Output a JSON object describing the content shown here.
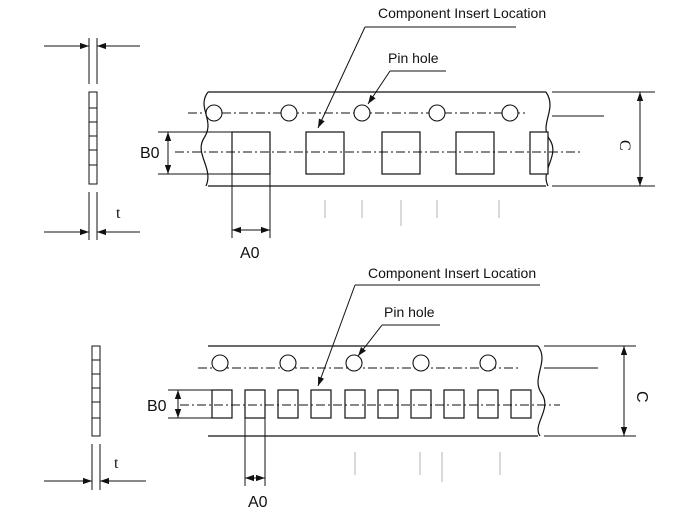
{
  "diagrams": [
    {
      "component_label": "Component Insert Location",
      "pin_hole_label": "Pin hole",
      "dim_b0": "B0",
      "dim_a0": "A0",
      "dim_c": "C",
      "dim_t": "t"
    },
    {
      "component_label": "Component Insert Location",
      "pin_hole_label": "Pin hole",
      "dim_b0": "B0",
      "dim_a0": "A0",
      "dim_c": "C",
      "dim_t": "t"
    }
  ]
}
